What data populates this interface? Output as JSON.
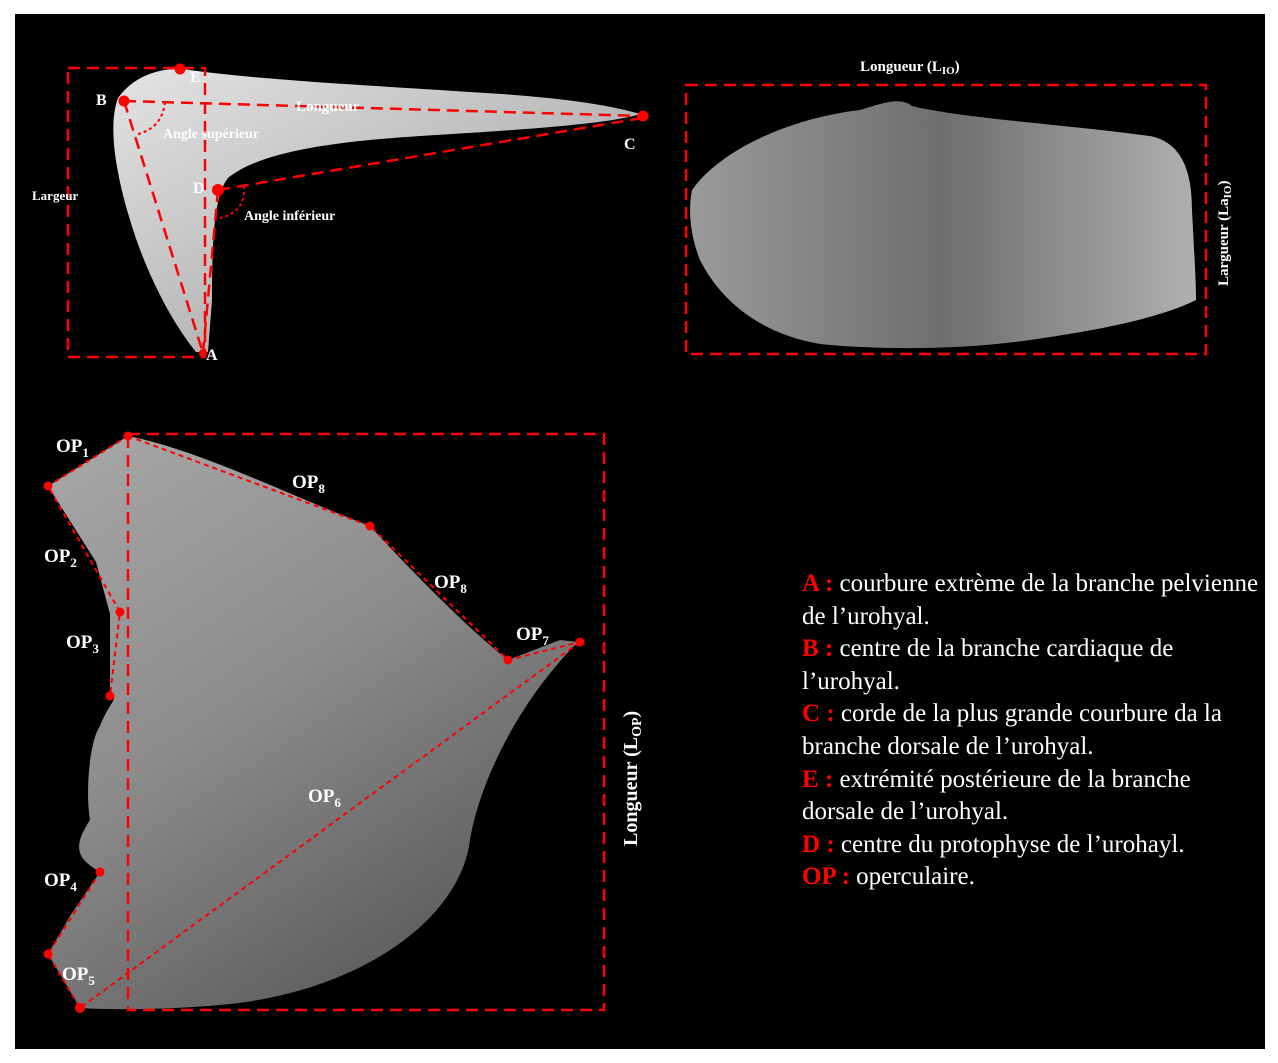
{
  "colors": {
    "background": "#000000",
    "accent": "#ff0000",
    "bone": "#cfcfcf",
    "text": "#ffffff"
  },
  "urohyal": {
    "points": {
      "A": "A",
      "B": "B",
      "C": "C",
      "D": "D",
      "E": "E"
    },
    "length_label": "Longueur",
    "width_label": "Largeur",
    "upper_angle": "Angle supérieur",
    "lower_angle": "Angle inférieur"
  },
  "interoperculum": {
    "length_label": "Longueur (L",
    "length_sub": "IO",
    "width_label": "Largueur (La",
    "width_sub": "IO"
  },
  "operculum": {
    "points": [
      {
        "base": "OP",
        "sub": "1"
      },
      {
        "base": "OP",
        "sub": "2"
      },
      {
        "base": "OP",
        "sub": "3"
      },
      {
        "base": "OP",
        "sub": "4"
      },
      {
        "base": "OP",
        "sub": "5"
      },
      {
        "base": "OP",
        "sub": "6"
      },
      {
        "base": "OP",
        "sub": "7"
      },
      {
        "base": "OP",
        "sub": "8"
      },
      {
        "base": "OP",
        "sub": "8"
      }
    ],
    "length_label": "Longueur (L",
    "length_sub": "OP"
  },
  "legend": [
    {
      "key": "A",
      "sep": " : ",
      "text": "courbure extrème de la branche pelvienne de l’urohyal."
    },
    {
      "key": "B",
      "sep": " : ",
      "text": "centre de la branche cardiaque de l’urohyal."
    },
    {
      "key": "C",
      "sep": " : ",
      "text": "corde de la plus grande courbure da la branche dorsale de l’urohyal."
    },
    {
      "key": "E",
      "sep": " : ",
      "text": "extrémité postérieure de la branche dorsale de l’urohyal."
    },
    {
      "key": "D",
      "sep": " : ",
      "text": "centre du protophyse de l’urohayl."
    },
    {
      "key": "OP",
      "sep": " : ",
      "text": "operculaire."
    }
  ]
}
